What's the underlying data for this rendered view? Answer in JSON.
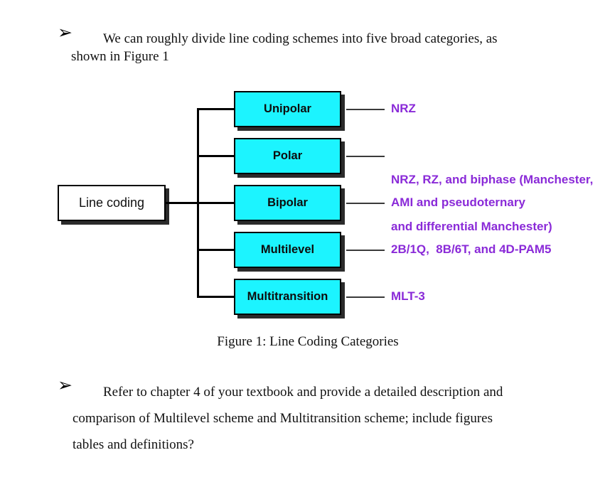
{
  "bullets": [
    {
      "marker": "➢",
      "lines": [
        "We can roughly divide line coding schemes into five broad categories, as",
        "shown in Figure 1"
      ]
    },
    {
      "marker": "➢",
      "lines": [
        "Refer to chapter 4 of your textbook and provide a detailed description and",
        "comparison of Multilevel scheme and Multitransition scheme; include figures",
        "tables and definitions?"
      ]
    }
  ],
  "diagram": {
    "root": {
      "label": "Line coding"
    },
    "categories": [
      {
        "label": "Unipolar",
        "schemes": [
          "NRZ"
        ]
      },
      {
        "label": "Polar",
        "schemes": [
          "NRZ, RZ, and biphase (Manchester,",
          "and differential Manchester)"
        ]
      },
      {
        "label": "Bipolar",
        "schemes": [
          "AMI and pseudoternary"
        ]
      },
      {
        "label": "Multilevel",
        "schemes": [
          "2B/1Q,  8B/6T, and 4D-PAM5"
        ]
      },
      {
        "label": "Multitransition",
        "schemes": [
          "MLT-3"
        ]
      }
    ],
    "colors": {
      "box_fill": "#1cf4ff",
      "box_border": "#000000",
      "box_shadow": "#2b2b2b",
      "scheme_text": "#8a2ad8",
      "connector": "#000000"
    }
  },
  "caption": "Figure 1: Line Coding Categories"
}
